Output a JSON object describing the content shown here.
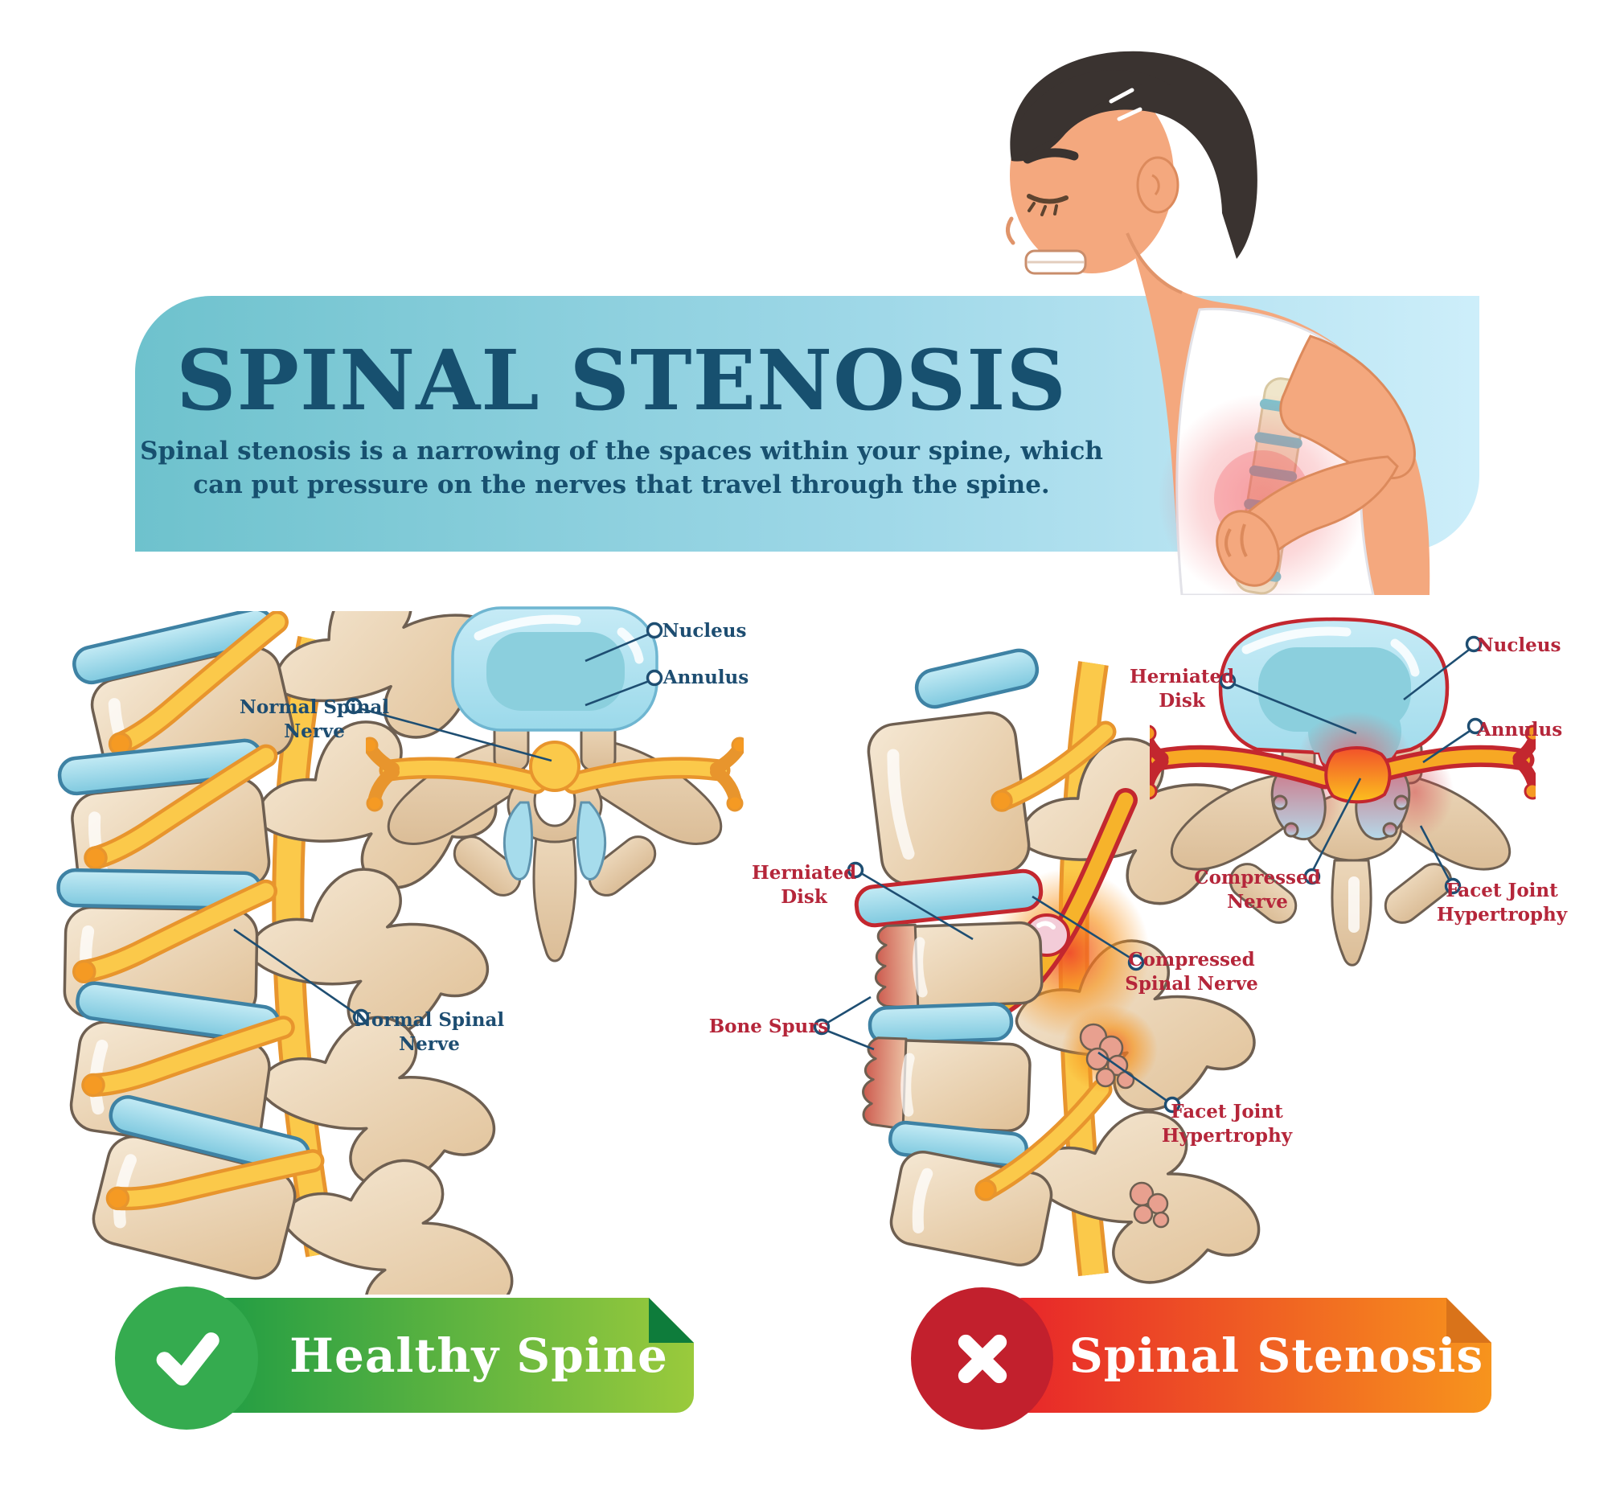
{
  "header": {
    "title": "SPINAL STENOSIS",
    "subtitle_line1": "Spinal stenosis is a narrowing of the spaces within your spine, which",
    "subtitle_line2": "can put pressure on the nerves that travel through the spine."
  },
  "healthy": {
    "label_normal_spinal_nerve_top": "Normal Spinal Nerve",
    "label_nucleus": "Nucleus",
    "label_annulus": "Annulus",
    "label_normal_spinal_nerve_side": "Normal Spinal Nerve",
    "banner_label": "Healthy Spine",
    "icon": "check-icon"
  },
  "stenosis": {
    "label_herniated_disk_top": "Herniated Disk",
    "label_nucleus": "Nucleus",
    "label_annulus": "Annulus",
    "label_compressed_nerve": "Compressed Nerve",
    "label_facet_joint_hypertrophy_top": "Facet Joint Hypertrophy",
    "label_herniated_disk_side": "Herniated Disk",
    "label_compressed_spinal_nerve": "Compressed Spinal Nerve",
    "label_bone_spurs": "Bone Spurs",
    "label_facet_joint_hypertrophy_side": "Facet Joint Hypertrophy",
    "banner_label": "Spinal Stenosis",
    "icon": "cross-icon"
  },
  "colors": {
    "header_gradient_left": "#6ec2cd",
    "header_gradient_right": "#cdeefa",
    "title_navy": "#17506f",
    "healthy_label_navy": "#1d4d71",
    "stenosis_label_red": "#b5263a",
    "leader_line_navy": "#1e4e72",
    "green_banner_left": "#1f9c44",
    "green_banner_right": "#9aca3c",
    "green_circle": "#35ab4f",
    "red_banner_left": "#e7242a",
    "red_banner_right": "#f7941d",
    "red_circle": "#c2202d"
  }
}
